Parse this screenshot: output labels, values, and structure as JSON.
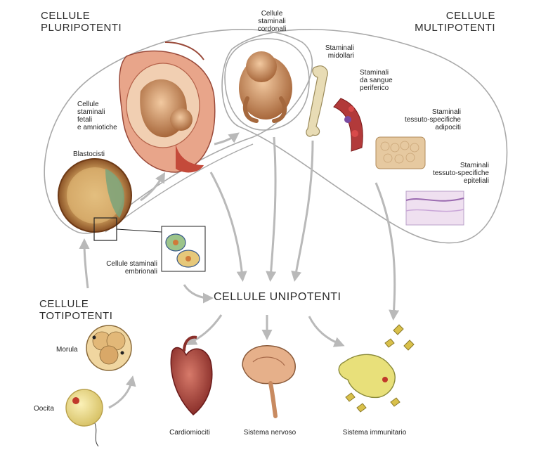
{
  "categories": {
    "pluripotent": "CELLULE\nPLURIPOTENTI",
    "multipotent": "CELLULE\nMULTIPOTENTI",
    "totipotent": "CELLULE\nTOTIPOTENTI",
    "unipotent": "CELLULE UNIPOTENTI"
  },
  "labels": {
    "cordonali": "Cellule\nstaminali\ncordonali",
    "fetali": "Cellule\nstaminali\nfetali\ne amniotiche",
    "blastocisti": "Blastocisti",
    "embrionali": "Cellule staminali\nembrionali",
    "midollari": "Staminali\nmidollari",
    "sangue": "Staminali\nda sangue\nperiferico",
    "adipociti": "Staminali\ntessuto-specifiche\nadipociti",
    "epiteliali": "Staminali\ntessuto-specifiche\nepiteliali",
    "morula": "Morula",
    "oocita": "Oocita",
    "cardiomiociti": "Cardiomiociti",
    "nervoso": "Sistema nervoso",
    "immunitario": "Sistema immunitario"
  },
  "colors": {
    "outline": "#a9a9a9",
    "arrow": "#b9b9b9",
    "tissue_red": "#b23a3a",
    "skin": "#c98f63",
    "bone": "#e8dcb5",
    "cell_brown": "#9a5a2c"
  }
}
